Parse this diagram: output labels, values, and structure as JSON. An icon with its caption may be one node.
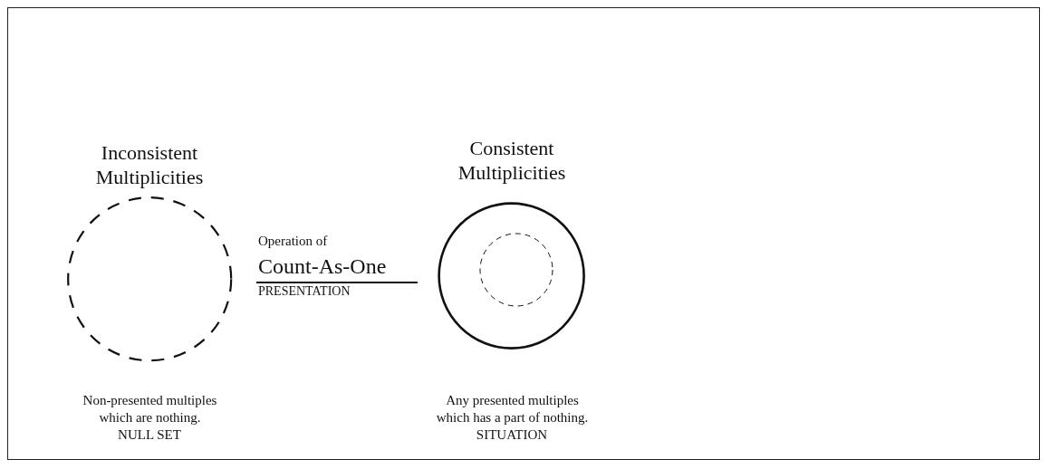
{
  "diagram": {
    "nodes": [
      {
        "text": [
          "Inconsistent Multiplicities"
        ],
        "beside": [
          "Non-presented multiples which are nothing.",
          "NULL SET"
        ]
      },
      {
        "text": [
          "Consistent Multiplicities"
        ],
        "beside": [
          "Any presented multiples which has a part of nothing.",
          "SITUATION"
        ]
      },
      {
        "text": [],
        "shape": "circle",
        "in": 1
      }
    ],
    "labels": [
      "Operation of",
      "Count-As-One",
      "PRESENTATION"
    ]
  }
}
